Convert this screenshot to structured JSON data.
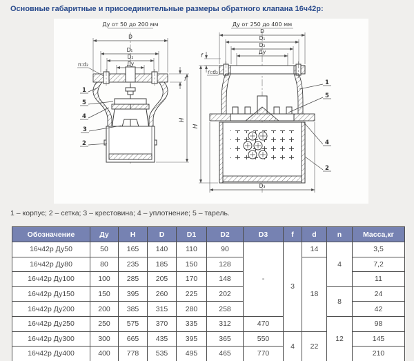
{
  "page": {
    "title": "Основные габаритные и присоединительные размеры обратного клапана 16ч42р:"
  },
  "legend": "1 – корпус;  2 – сетка;  3 – крестовина;  4 – уплотнение; 5 – тарель.",
  "drawings": {
    "left": {
      "caption": "Ду от 50 до 200 мм",
      "dims": {
        "D": "D",
        "D1": "D₁",
        "D2": "D₂",
        "Du": "Ду",
        "nd": "n:d₂",
        "H": "H",
        "f": "f"
      },
      "callouts": [
        "1",
        "5",
        "4",
        "3",
        "2"
      ]
    },
    "right": {
      "caption": "Ду от 250 до 400 мм",
      "dims": {
        "D": "D",
        "D1": "D₁",
        "D2": "D₂",
        "Du": "Ду",
        "nd": "n:d₂",
        "H": "H",
        "f": "f",
        "D3": "D₃"
      },
      "callouts": [
        "1",
        "5",
        "4",
        "2"
      ]
    }
  },
  "table": {
    "headers": [
      "Обозначение",
      "Ду",
      "H",
      "D",
      "D1",
      "D2",
      "D3",
      "f",
      "d",
      "n",
      "Масса,кг"
    ],
    "rows": [
      [
        {
          "v": "16ч42р Ду50"
        },
        {
          "v": "50"
        },
        {
          "v": "165"
        },
        {
          "v": "140"
        },
        {
          "v": "110"
        },
        {
          "v": "90"
        },
        {
          "v": "-",
          "rowspan": 5
        },
        {
          "v": "3",
          "rowspan": 6
        },
        {
          "v": "14"
        },
        {
          "v": "4",
          "rowspan": 3
        },
        {
          "v": "3,5"
        }
      ],
      [
        {
          "v": "16ч42р Ду80"
        },
        {
          "v": "80"
        },
        {
          "v": "235"
        },
        {
          "v": "185"
        },
        {
          "v": "150"
        },
        {
          "v": "128"
        },
        {
          "v": "18",
          "rowspan": 5
        },
        {
          "v": "7,2"
        }
      ],
      [
        {
          "v": "16ч42р Ду100"
        },
        {
          "v": "100"
        },
        {
          "v": "285"
        },
        {
          "v": "205"
        },
        {
          "v": "170"
        },
        {
          "v": "148"
        },
        {
          "v": "11"
        }
      ],
      [
        {
          "v": "16ч42р Ду150"
        },
        {
          "v": "150"
        },
        {
          "v": "395"
        },
        {
          "v": "260"
        },
        {
          "v": "225"
        },
        {
          "v": "202"
        },
        {
          "v": "8",
          "rowspan": 2
        },
        {
          "v": "24"
        }
      ],
      [
        {
          "v": "16ч42р Ду200"
        },
        {
          "v": "200"
        },
        {
          "v": "385"
        },
        {
          "v": "315"
        },
        {
          "v": "280"
        },
        {
          "v": "258"
        },
        {
          "v": "42"
        }
      ],
      [
        {
          "v": "16ч42р Ду250"
        },
        {
          "v": "250"
        },
        {
          "v": "575"
        },
        {
          "v": "370"
        },
        {
          "v": "335"
        },
        {
          "v": "312"
        },
        {
          "v": "470"
        },
        {
          "v": "12",
          "rowspan": 3
        },
        {
          "v": "98"
        }
      ],
      [
        {
          "v": "16ч42р Ду300"
        },
        {
          "v": "300"
        },
        {
          "v": "665"
        },
        {
          "v": "435"
        },
        {
          "v": "395"
        },
        {
          "v": "365"
        },
        {
          "v": "550"
        },
        {
          "v": "4",
          "rowspan": 2
        },
        {
          "v": "22",
          "rowspan": 2
        },
        {
          "v": "145"
        }
      ],
      [
        {
          "v": "16ч42р Ду400"
        },
        {
          "v": "400"
        },
        {
          "v": "778"
        },
        {
          "v": "535"
        },
        {
          "v": "495"
        },
        {
          "v": "465"
        },
        {
          "v": "770"
        },
        {
          "v": "210"
        }
      ]
    ]
  },
  "colors": {
    "accent": "#2a4b8d",
    "table_header_bg": "#7682b2",
    "line": "#3e3e3e",
    "page_bg": "#f0efed"
  }
}
